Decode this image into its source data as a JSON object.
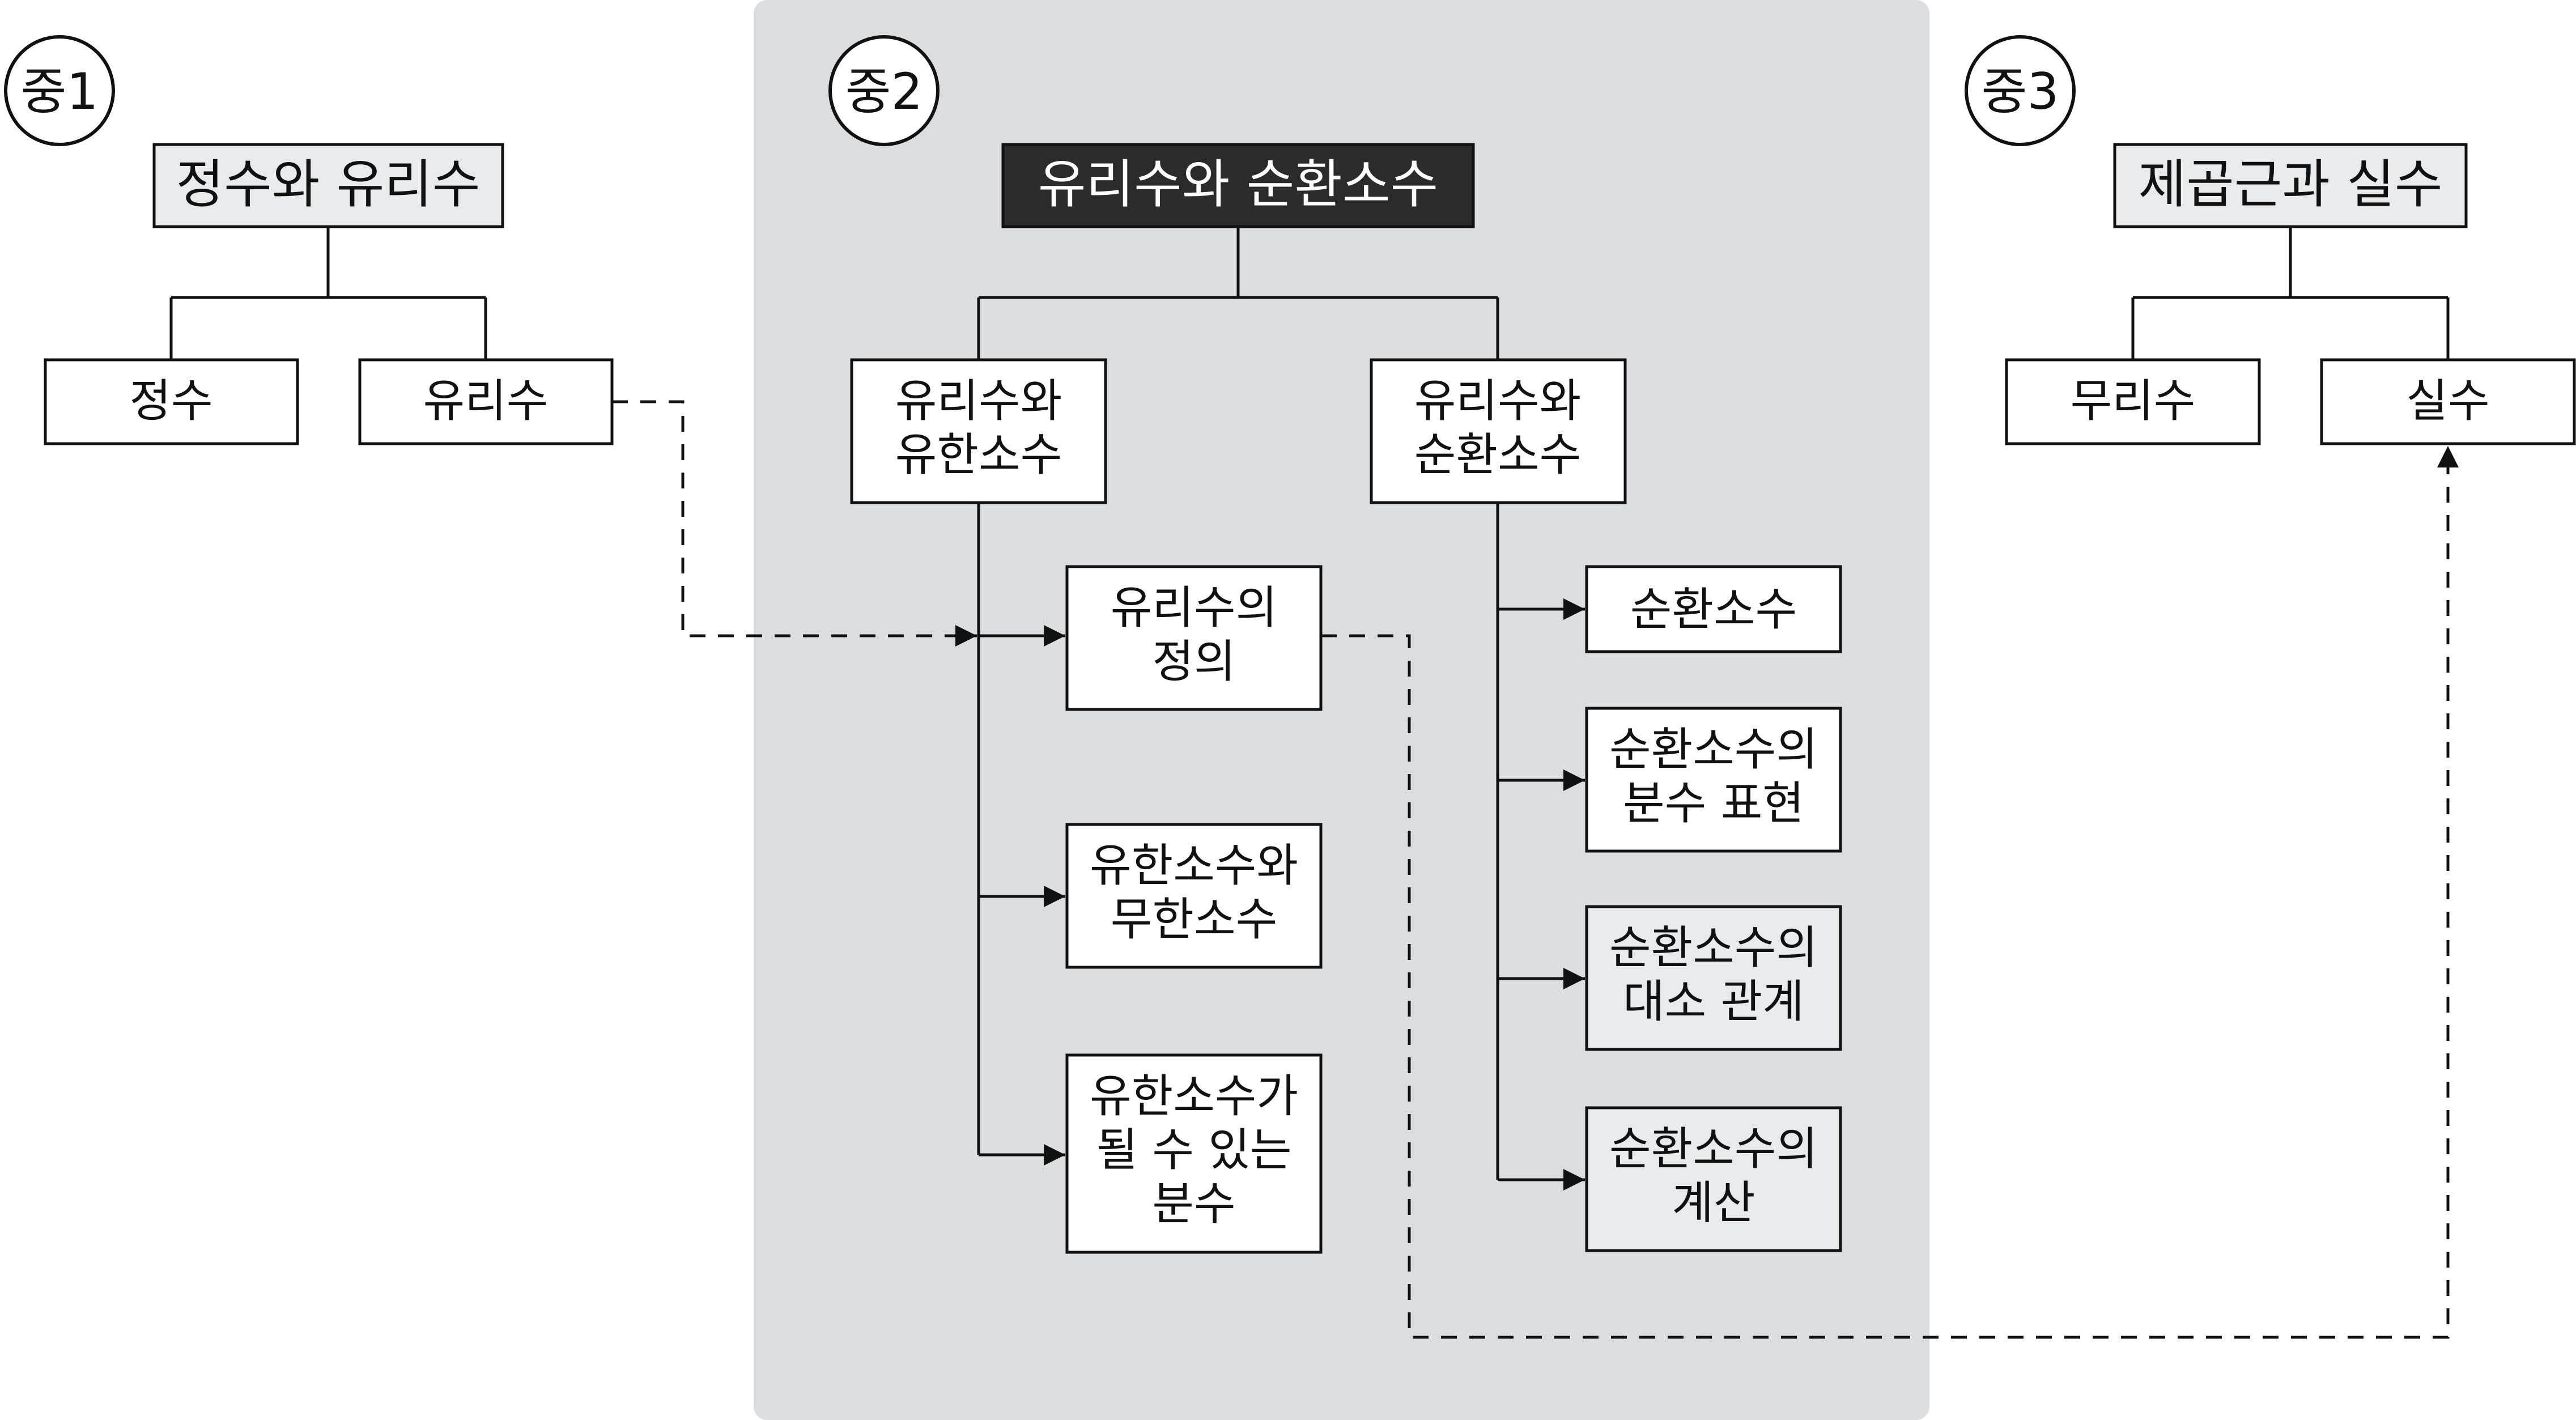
{
  "colors": {
    "panel": "#dcdde0",
    "box_light": "#e9eaec",
    "box_dark": "#2b2b2b",
    "box_white": "#ffffff",
    "stroke": "#111111"
  },
  "grades": {
    "g1": "중1",
    "g2": "중2",
    "g3": "중3"
  },
  "g1": {
    "title": "정수와 유리수",
    "children": [
      "정수",
      "유리수"
    ]
  },
  "g2": {
    "title": "유리수와 순환소수",
    "left_branch": [
      "유리수와",
      "유한소수"
    ],
    "right_branch": [
      "유리수와",
      "순환소수"
    ],
    "left_items": [
      [
        "유리수의",
        "정의"
      ],
      [
        "유한소수와",
        "무한소수"
      ],
      [
        "유한소수가",
        "될 수 있는",
        "분수"
      ]
    ],
    "right_items": [
      [
        "순환소수"
      ],
      [
        "순환소수의",
        "분수 표현"
      ],
      [
        "순환소수의",
        "대소 관계"
      ],
      [
        "순환소수의",
        "계산"
      ]
    ]
  },
  "g3": {
    "title": "제곱근과 실수",
    "children": [
      "무리수",
      "실수"
    ]
  }
}
